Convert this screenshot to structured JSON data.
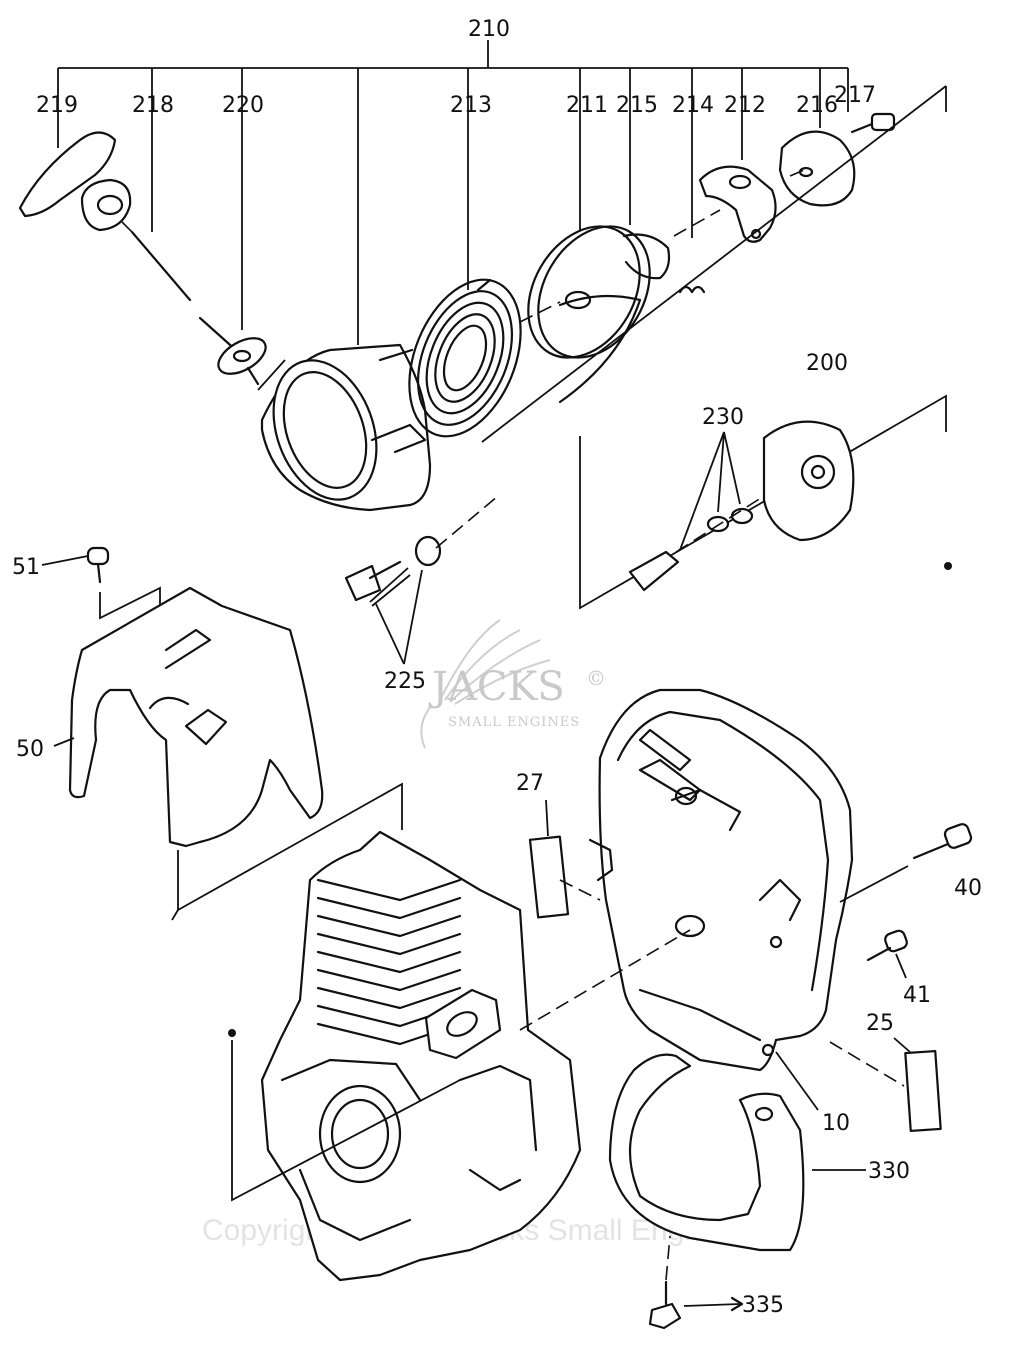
{
  "labels": {
    "l210": "210",
    "l219": "219",
    "l218": "218",
    "l220": "220",
    "l213": "213",
    "l211": "211",
    "l215": "215",
    "l214": "214",
    "l212": "212",
    "l216": "216",
    "l217": "217",
    "l200": "200",
    "l230": "230",
    "l51": "51",
    "l50": "50",
    "l225": "225",
    "l27": "27",
    "l40": "40",
    "l41": "41",
    "l25": "25",
    "l10": "10",
    "l330": "330",
    "l335": "335"
  },
  "watermark": {
    "brand": "JACKS",
    "sub": "SMALL ENGINES",
    "reg": "©",
    "copyright": "Copyright © 2016 - Jacks Small Engines"
  }
}
